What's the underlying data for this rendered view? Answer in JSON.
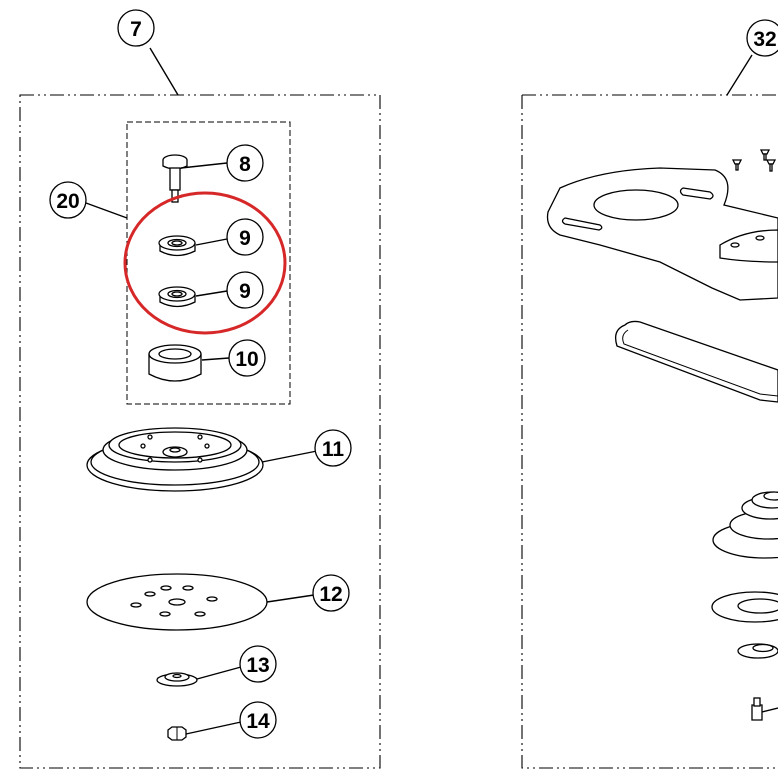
{
  "callouts": {
    "c7": "7",
    "c8": "8",
    "c9a": "9",
    "c9b": "9",
    "c10": "10",
    "c11": "11",
    "c12": "12",
    "c13": "13",
    "c14": "14",
    "c20": "20",
    "c32": "32"
  },
  "colors": {
    "line": "#000000",
    "highlight": "#d62828",
    "background": "#ffffff"
  }
}
